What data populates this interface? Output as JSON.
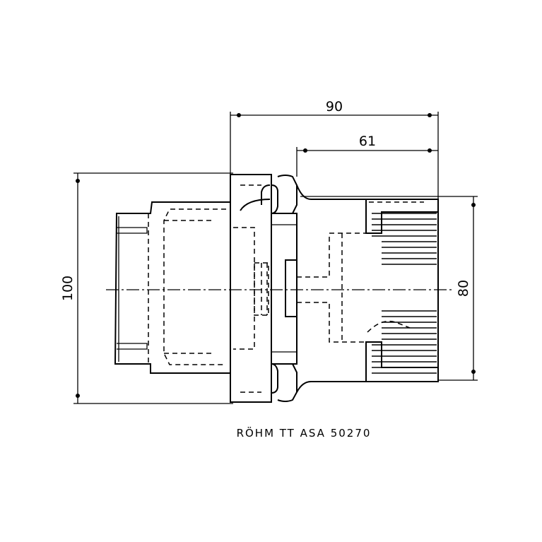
{
  "dimensions": {
    "overall_length": "90",
    "flange_length": "61",
    "outer_diameter": "100",
    "face_diameter": "80"
  },
  "caption": "RÖHM TT ASA 50270"
}
